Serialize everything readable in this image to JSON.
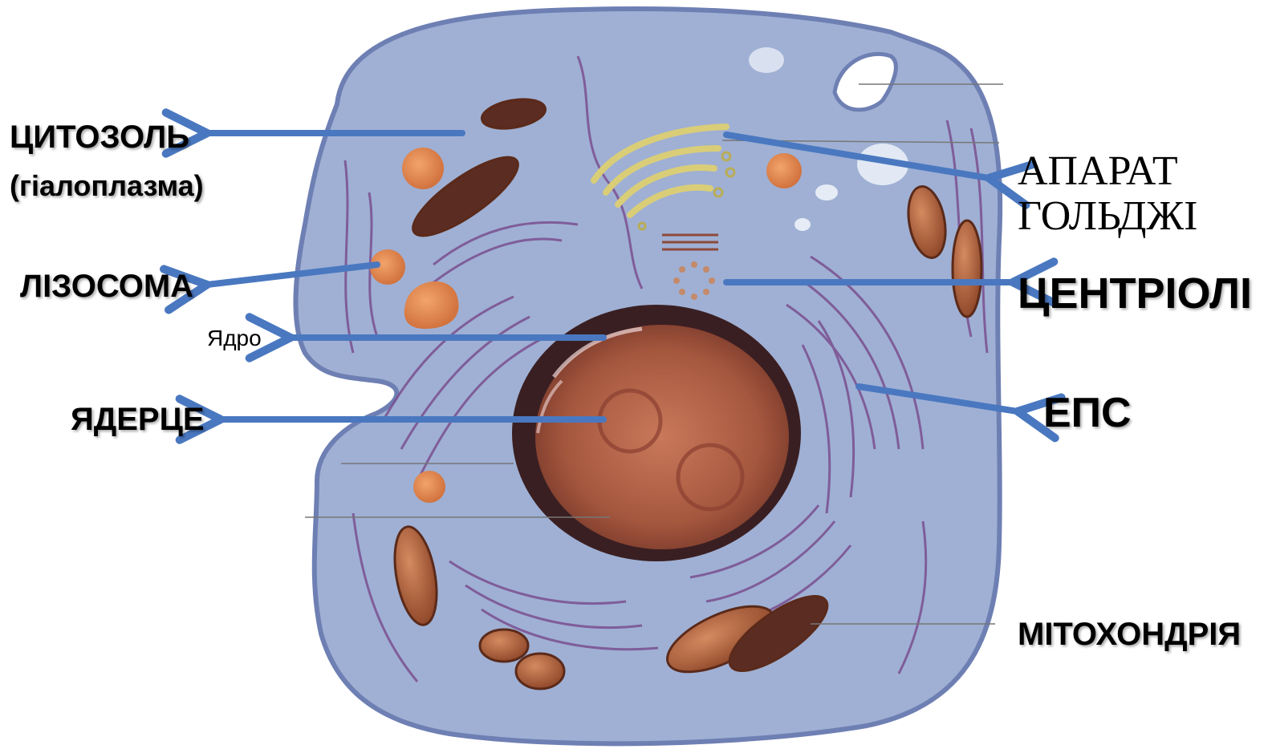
{
  "labels": {
    "cytosol": "ЦИТОЗОЛЬ",
    "cytosol_sub": "(гіалоплазма)",
    "lysosome": "ЛІЗОСОМА",
    "nucleus": "Ядро",
    "nucleolus": "ЯДЕРЦЕ",
    "golgi_line1": "АПАРАТ",
    "golgi_line2": "ГОЛЬДЖІ",
    "centrioles": "ЦЕНТРІОЛІ",
    "er": "ЕПС",
    "mitochondria": "МІТОХОНДРІЯ"
  },
  "colors": {
    "arrow": "#4a78c0",
    "cytoplasm": "#9fb0d4",
    "membrane": "#6e7fb3",
    "nucleus_outer": "#3a1f22",
    "nucleus_inner": "#b5664a",
    "mitochondria": "#a85a3a",
    "er": "#7a4f8f",
    "golgi": "#d9cd78",
    "lysosome": "#e38a50"
  }
}
